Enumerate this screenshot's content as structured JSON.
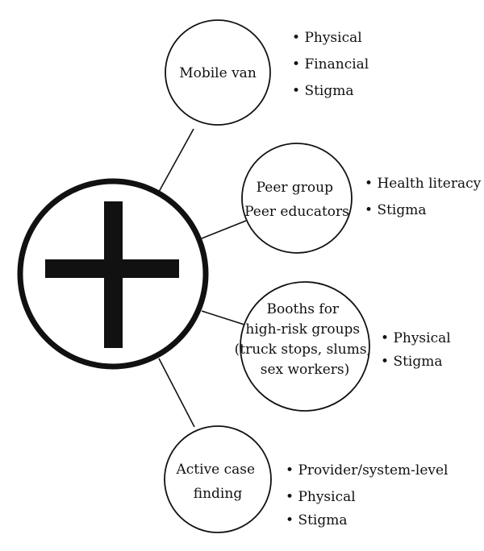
{
  "center": {
    "icon": "plus-icon"
  },
  "nodes": [
    {
      "id": "mobile-van",
      "label_lines": [
        "Mobile van"
      ],
      "bullets": [
        "Physical",
        "Financial",
        "Stigma"
      ]
    },
    {
      "id": "peer-group",
      "label_lines": [
        "Peer group",
        "Peer educators"
      ],
      "bullets": [
        "Health literacy",
        "Stigma"
      ]
    },
    {
      "id": "booths",
      "label_lines": [
        "Booths for",
        "high-risk groups",
        "(truck stops, slums,",
        "sex workers)"
      ],
      "bullets": [
        "Physical",
        "Stigma"
      ]
    },
    {
      "id": "active-case-finding",
      "label_lines": [
        "Active case",
        "finding"
      ],
      "bullets": [
        "Provider/system-level",
        "Physical",
        "Stigma"
      ]
    }
  ],
  "colors": {
    "stroke": "#111111",
    "background": "#ffffff"
  }
}
